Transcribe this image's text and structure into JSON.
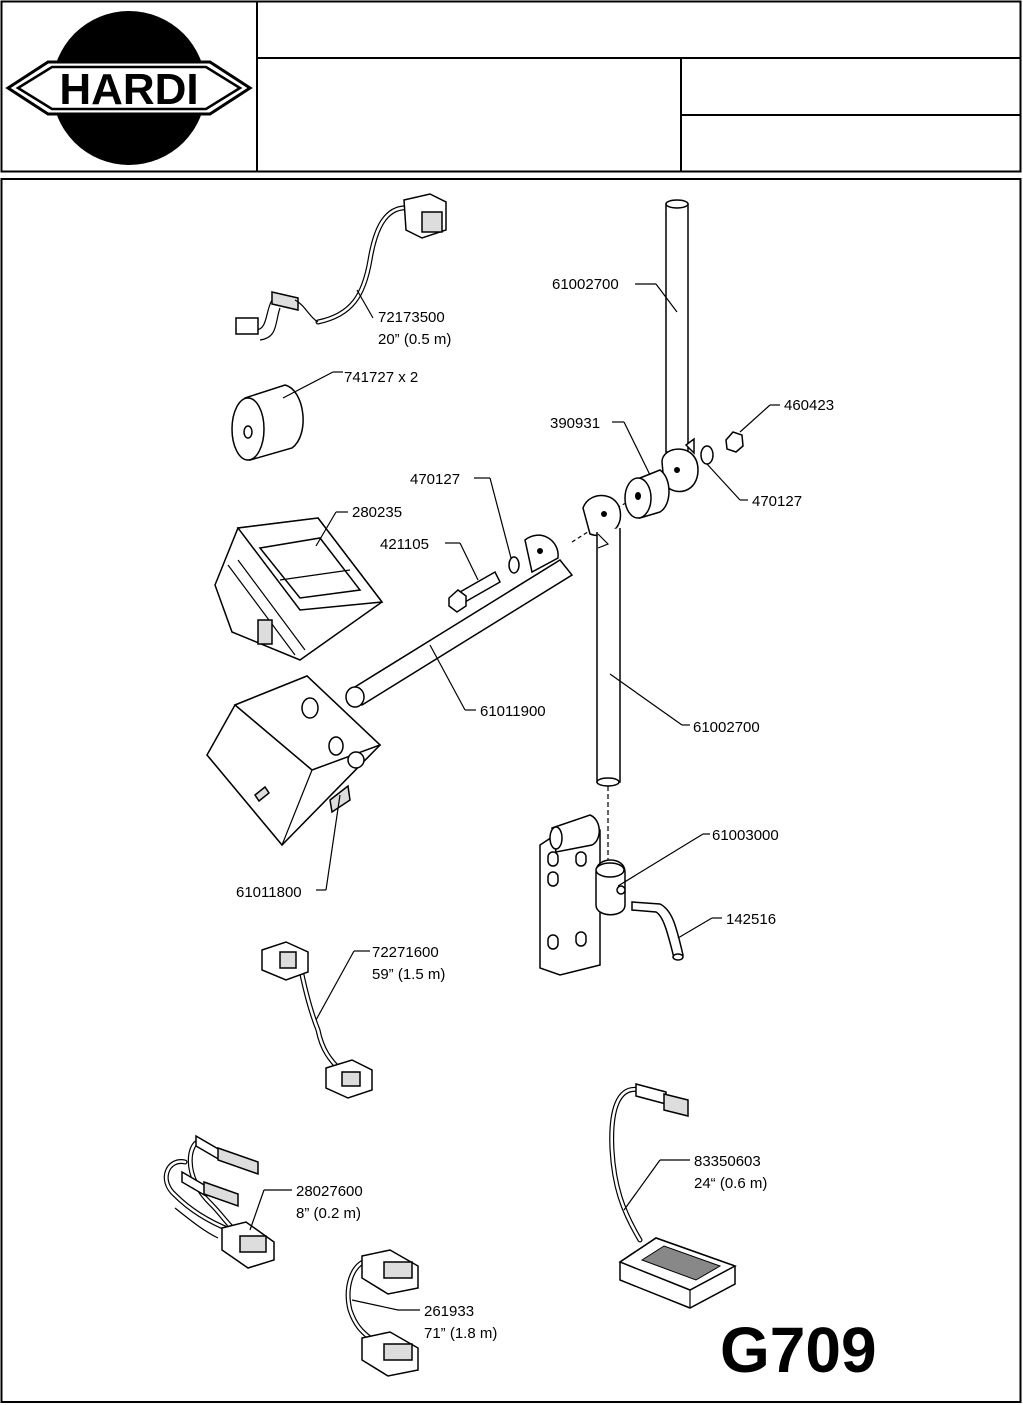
{
  "header": {
    "brand": "HARDI",
    "title_cell": "",
    "sub_cell_left": "",
    "sub_cell_right_top": "",
    "sub_cell_right_bottom": ""
  },
  "drawing_code": "G709",
  "parts": [
    {
      "id": "p72173500",
      "number": "72173500",
      "note": "20” (0.5 m)"
    },
    {
      "id": "p741727",
      "number": "741727 x 2",
      "note": ""
    },
    {
      "id": "p61002700a",
      "number": "61002700",
      "note": ""
    },
    {
      "id": "p460423",
      "number": "460423",
      "note": ""
    },
    {
      "id": "p390931",
      "number": "390931",
      "note": ""
    },
    {
      "id": "p470127a",
      "number": "470127",
      "note": ""
    },
    {
      "id": "p470127b",
      "number": "470127",
      "note": ""
    },
    {
      "id": "p280235",
      "number": "280235",
      "note": ""
    },
    {
      "id": "p421105",
      "number": "421105",
      "note": ""
    },
    {
      "id": "p61011900",
      "number": "61011900",
      "note": ""
    },
    {
      "id": "p61002700b",
      "number": "61002700",
      "note": ""
    },
    {
      "id": "p61003000",
      "number": "61003000",
      "note": ""
    },
    {
      "id": "p61011800",
      "number": "61011800",
      "note": ""
    },
    {
      "id": "p142516",
      "number": "142516",
      "note": ""
    },
    {
      "id": "p72271600",
      "number": "72271600",
      "note": "59” (1.5 m)"
    },
    {
      "id": "p83350603",
      "number": "83350603",
      "note": "24“ (0.6 m)"
    },
    {
      "id": "p28027600",
      "number": "28027600",
      "note": "8” (0.2 m)"
    },
    {
      "id": "p261933",
      "number": "261933",
      "note": "71” (1.8 m)"
    }
  ]
}
